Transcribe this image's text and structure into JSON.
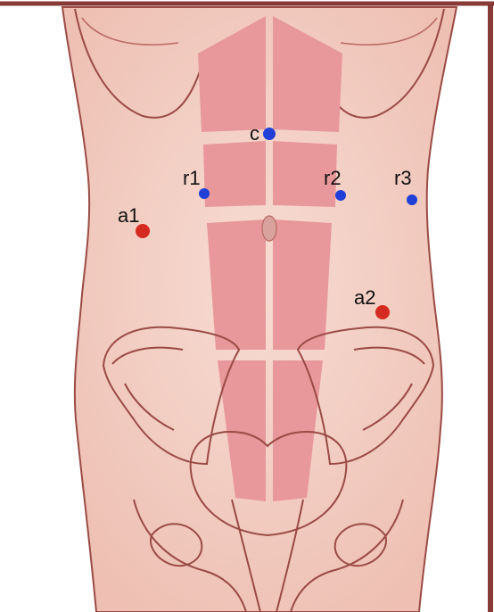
{
  "colors": {
    "frame": "#8a3a36",
    "skin": "#f4d2c8",
    "skin_shadow": "#e9b7aa",
    "outline": "#9a4b45",
    "muscle": "#e8979a",
    "camera_port": "#2240d8",
    "accessory_port": "#d42a20"
  },
  "ports": {
    "c": {
      "label": "c",
      "kind": "camera_port"
    },
    "r1": {
      "label": "r1",
      "kind": "camera_port"
    },
    "r2": {
      "label": "r2",
      "kind": "camera_port"
    },
    "r3": {
      "label": "r3",
      "kind": "camera_port"
    },
    "a1": {
      "label": "a1",
      "kind": "accessory_port"
    },
    "a2": {
      "label": "a2",
      "kind": "accessory_port"
    }
  }
}
